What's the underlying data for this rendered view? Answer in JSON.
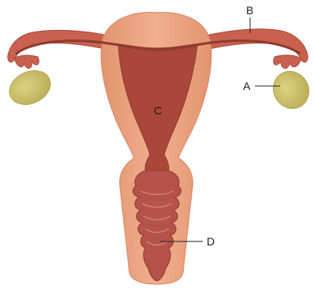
{
  "labels": {
    "a": "A",
    "b": "B",
    "c": "C",
    "d": "D"
  },
  "colors": {
    "outer_tissue": "#e9a27f",
    "outer_edge": "#d98a68",
    "inner_tissue": "#a9483a",
    "inner_dark": "#8f3a2f",
    "ovary": "#cdbf6a",
    "ovary_edge": "#b3a552",
    "leader": "#222222"
  }
}
